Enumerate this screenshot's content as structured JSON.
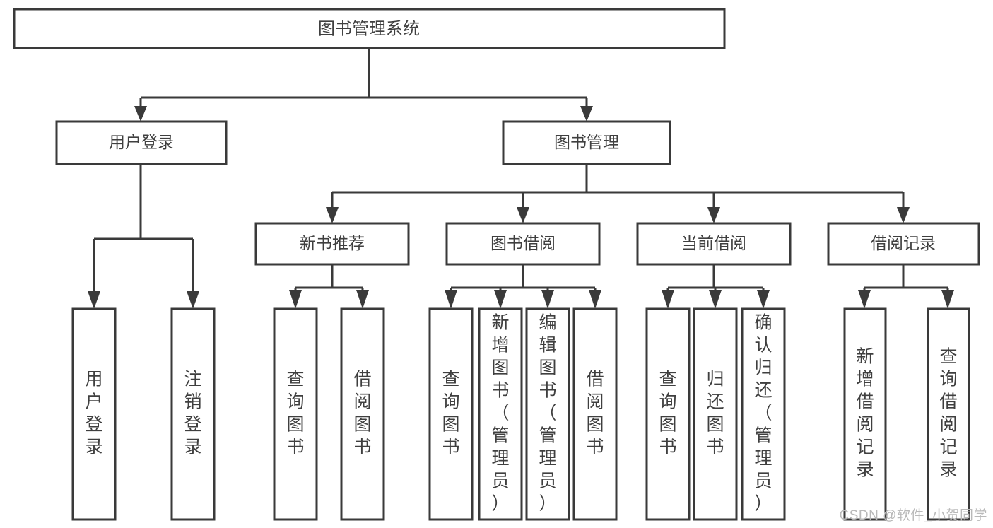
{
  "diagram": {
    "type": "tree-hierarchy",
    "title": "图书管理系统",
    "root": {
      "id": "root",
      "label": "图书管理系统",
      "orientation": "horizontal"
    },
    "level1": [
      {
        "id": "user-login",
        "label": "用户登录",
        "orientation": "horizontal"
      },
      {
        "id": "book-management",
        "label": "图书管理",
        "orientation": "horizontal"
      }
    ],
    "level2": [
      {
        "id": "new-book-recommend",
        "label": "新书推荐",
        "orientation": "horizontal",
        "parent": "book-management"
      },
      {
        "id": "book-borrow",
        "label": "图书借阅",
        "orientation": "horizontal",
        "parent": "book-management"
      },
      {
        "id": "current-borrow",
        "label": "当前借阅",
        "orientation": "horizontal",
        "parent": "book-management"
      },
      {
        "id": "borrow-record",
        "label": "借阅记录",
        "orientation": "horizontal",
        "parent": "book-management"
      }
    ],
    "leaves": [
      {
        "id": "leaf-user-login",
        "label": "用户登录",
        "orientation": "vertical",
        "parent": "user-login"
      },
      {
        "id": "leaf-user-logout",
        "label": "注销登录",
        "orientation": "vertical",
        "parent": "user-login"
      },
      {
        "id": "leaf-query-book-1",
        "label": "查询图书",
        "orientation": "vertical",
        "parent": "new-book-recommend"
      },
      {
        "id": "leaf-borrow-book-1",
        "label": "借阅图书",
        "orientation": "vertical",
        "parent": "new-book-recommend"
      },
      {
        "id": "leaf-query-book-2",
        "label": "查询图书",
        "orientation": "vertical",
        "parent": "book-borrow"
      },
      {
        "id": "leaf-add-book",
        "label": "新增图书（管理员）",
        "orientation": "vertical",
        "parent": "book-borrow"
      },
      {
        "id": "leaf-edit-book",
        "label": "编辑图书（管理员）",
        "orientation": "vertical",
        "parent": "book-borrow"
      },
      {
        "id": "leaf-borrow-book-2",
        "label": "借阅图书",
        "orientation": "vertical",
        "parent": "book-borrow"
      },
      {
        "id": "leaf-query-book-3",
        "label": "查询图书",
        "orientation": "vertical",
        "parent": "current-borrow"
      },
      {
        "id": "leaf-return-book",
        "label": "归还图书",
        "orientation": "vertical",
        "parent": "current-borrow"
      },
      {
        "id": "leaf-confirm-return",
        "label": "确认归还（管理员）",
        "orientation": "vertical",
        "parent": "current-borrow"
      },
      {
        "id": "leaf-add-record",
        "label": "新增借阅记录",
        "orientation": "vertical",
        "parent": "borrow-record"
      },
      {
        "id": "leaf-query-record",
        "label": "查询借阅记录",
        "orientation": "vertical",
        "parent": "borrow-record"
      }
    ],
    "colors": {
      "stroke": "#3a3a3a",
      "box_fill": "#ffffff",
      "text": "#3f3f3f",
      "background": "#ffffff",
      "watermark": "#b9b9b9"
    }
  },
  "watermark": {
    "text": "CSDN @软件_小贺同学"
  }
}
